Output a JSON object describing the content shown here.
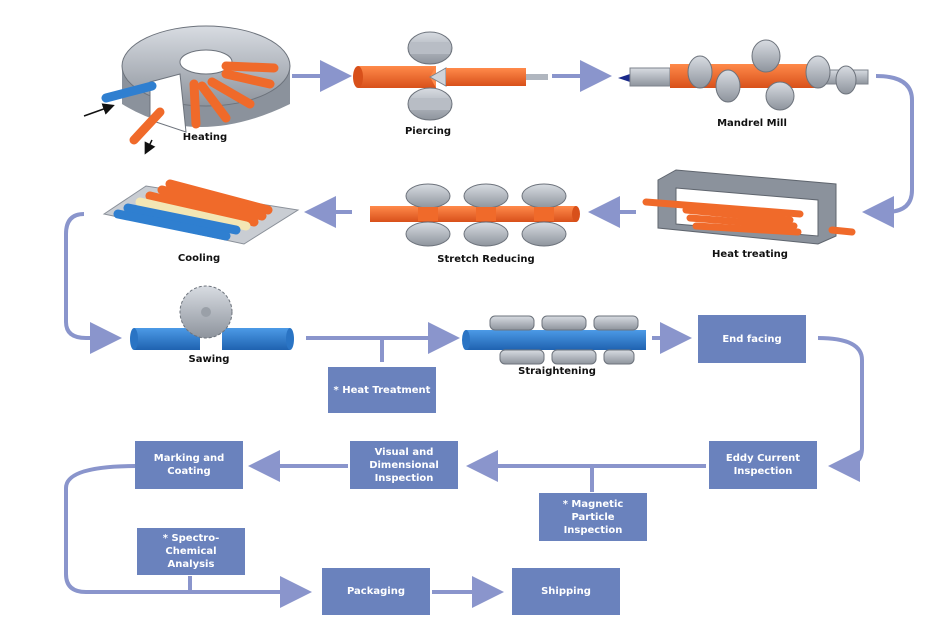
{
  "stages": {
    "heating": "Heating",
    "piercing": "Piercing",
    "mandrel_mill": "Mandrel Mill",
    "heat_treating": "Heat treating",
    "stretch_reducing": "Stretch Reducing",
    "cooling": "Cooling",
    "sawing": "Sawing",
    "straightening": "Straightening"
  },
  "boxes": {
    "end_facing": "End facing",
    "heat_treatment": "* Heat Treatment",
    "eddy_current": "Eddy Current\nInspection",
    "visual_dimensional": "Visual and\nDimensional\nInspection",
    "marking_coating": "Marking and\nCoating",
    "magnetic_particle": "* Magnetic Particle\nInspection",
    "spectro_chemical": "* Spectro-Chemical\nAnalysis",
    "packaging": "Packaging",
    "shipping": "Shipping"
  },
  "colors": {
    "box": "#6a82bd",
    "arrow": "#8a95cc",
    "hot_pipe": "#f06a2a",
    "cold_pipe": "#2f7fd0",
    "steel": "#a9afb8"
  }
}
